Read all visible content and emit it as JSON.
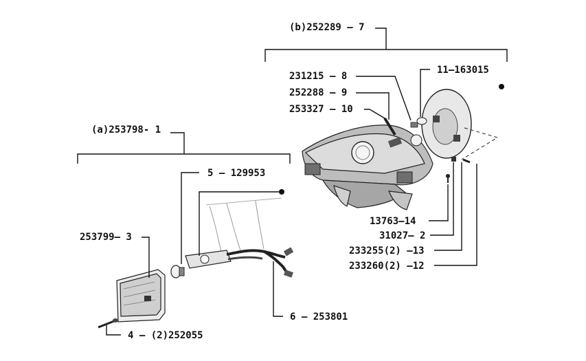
{
  "diagram": {
    "groups": [
      {
        "id": "a",
        "label": "(a)253798- 1"
      },
      {
        "id": "b",
        "label": "(b)252289 — 7"
      }
    ],
    "callouts": [
      {
        "id": "p1",
        "label": "5 — 129953"
      },
      {
        "id": "p2",
        "label": "253799— 3"
      },
      {
        "id": "p3",
        "label": "6 — 253801"
      },
      {
        "id": "p4",
        "label": "4 — (2)252055"
      },
      {
        "id": "p5",
        "label": "231215 — 8"
      },
      {
        "id": "p6",
        "label": "252288 — 9"
      },
      {
        "id": "p7",
        "label": "253327 — 10"
      },
      {
        "id": "p8",
        "label": "11—163015"
      },
      {
        "id": "p9",
        "label": "13763—14"
      },
      {
        "id": "p10",
        "label": "31027— 2"
      },
      {
        "id": "p11",
        "label": "233255(2) —13"
      },
      {
        "id": "p12",
        "label": "233260(2) —12"
      }
    ]
  }
}
